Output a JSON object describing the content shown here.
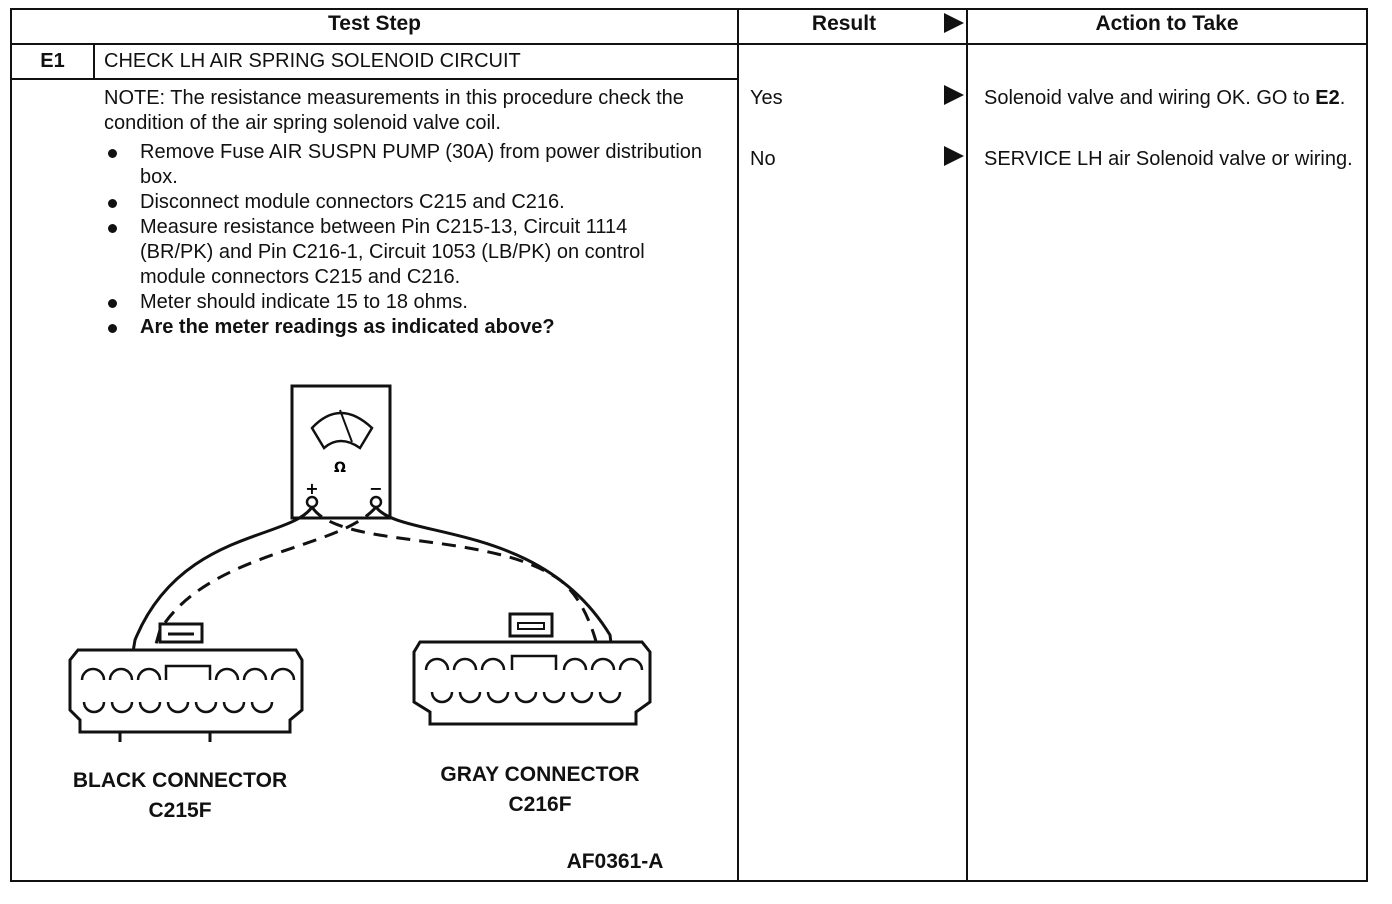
{
  "header": {
    "test_step": "Test Step",
    "result": "Result",
    "action": "Action to Take"
  },
  "step": {
    "id": "E1",
    "title": "CHECK LH AIR SPRING SOLENOID CIRCUIT",
    "note": "NOTE: The resistance measurements in this procedure check the condition of the air spring solenoid valve coil.",
    "bullets": [
      "Remove Fuse AIR SUSPN PUMP (30A) from power distribution box.",
      "Disconnect module connectors C215 and C216.",
      "Measure resistance between Pin C215-13, Circuit 1114 (BR/PK) and Pin C216-1, Circuit 1053 (LB/PK) on control module connectors C215 and C216.",
      "Meter should indicate 15 to 18 ohms."
    ],
    "question": "Are the meter readings as indicated above?"
  },
  "diagram": {
    "meter_symbol": "Ω",
    "plus_label": "+",
    "minus_label": "−",
    "left_connector_line1": "BLACK CONNECTOR",
    "left_connector_line2": "C215F",
    "right_connector_line1": "GRAY CONNECTOR",
    "right_connector_line2": "C216F",
    "figure_id": "AF0361-A"
  },
  "results": [
    {
      "result": "Yes",
      "action_prefix": "Solenoid valve and wiring OK. GO to ",
      "action_bold": "E2",
      "action_suffix": "."
    },
    {
      "result": "No",
      "action_prefix": "SERVICE LH air Solenoid valve or wiring.",
      "action_bold": "",
      "action_suffix": ""
    }
  ]
}
